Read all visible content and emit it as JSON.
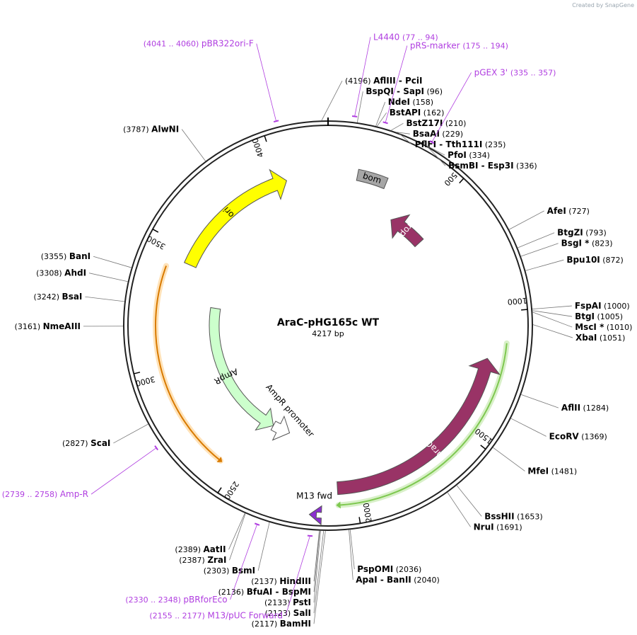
{
  "credit": "Created by SnapGene",
  "plasmid": {
    "name": "AraC-pHG165c WT",
    "size_label": "4217 bp",
    "total_bp": 4217
  },
  "ticks": [
    {
      "label": "500",
      "bp": 500
    },
    {
      "label": "1000",
      "bp": 1000
    },
    {
      "label": "1500",
      "bp": 1500
    },
    {
      "label": "2000",
      "bp": 2000
    },
    {
      "label": "2500",
      "bp": 2500
    },
    {
      "label": "3000",
      "bp": 3000
    },
    {
      "label": "3500",
      "bp": 3500
    },
    {
      "label": "4000",
      "bp": 4000
    }
  ],
  "features": [
    {
      "label": "ori",
      "start": 3440,
      "end": 4030,
      "direction": "fwd",
      "color": "#ffff00",
      "lane": "mid"
    },
    {
      "label": "AmpR",
      "start": 2445,
      "end": 3265,
      "direction": "rev",
      "color": "#ccffcc",
      "lane": "inner"
    },
    {
      "label": "AmpR promoter",
      "start": 2340,
      "end": 2445,
      "direction": "rev",
      "color": "#ffffff",
      "lane": "inner"
    },
    {
      "label": "araC",
      "start": 1190,
      "end": 2070,
      "direction": "rev_to_cw",
      "color": "#993366",
      "lane": "mid"
    },
    {
      "label": "rop",
      "start": 360,
      "end": 560,
      "direction": "rev",
      "color": "#993366",
      "lane": "mid"
    },
    {
      "label": "bom",
      "start": 130,
      "end": 260,
      "direction": "none",
      "color": "#a6a6a6",
      "lane": "mid"
    },
    {
      "label": "M13 fwd",
      "start": 2150,
      "end": 2175,
      "direction": "fwd",
      "color": "#8b2fd0",
      "lane": "inner"
    }
  ],
  "orfs": [
    {
      "start": 1120,
      "end": 2070,
      "color": "#7ec850",
      "glow": "#d8f0c8"
    },
    {
      "start": 2560,
      "end": 3400,
      "color": "#d87a00",
      "glow": "#ffe2b8"
    }
  ],
  "sites": [
    {
      "pre": "(4196)",
      "name": "AflIII",
      "post": "- PciI",
      "bp": 4196
    },
    {
      "name": "BspQI",
      "post": "- SapI",
      "num": "(96)",
      "bp": 96
    },
    {
      "name": "NdeI",
      "num": "(158)",
      "bp": 158
    },
    {
      "name": "BstAPI",
      "num": "(162)",
      "bp": 162
    },
    {
      "name": "BstZ17I",
      "num": "(210)",
      "bp": 210
    },
    {
      "name": "BsaAI",
      "num": "(229)",
      "bp": 229
    },
    {
      "name": "PflFI",
      "post": "- Tth111I",
      "num": "(235)",
      "bp": 235
    },
    {
      "name": "PfoI",
      "num": "(334)",
      "bp": 334
    },
    {
      "name": "BsmBI",
      "post": "- Esp3I",
      "num": "(336)",
      "bp": 336
    },
    {
      "name": "AfeI",
      "num": "(727)",
      "bp": 727
    },
    {
      "name": "BtgZI",
      "num": "(793)",
      "bp": 793
    },
    {
      "name": "BsgI *",
      "num": "(823)",
      "bp": 823
    },
    {
      "name": "Bpu10I",
      "num": "(872)",
      "bp": 872
    },
    {
      "name": "FspAI",
      "num": "(1000)",
      "bp": 1000
    },
    {
      "name": "BtgI",
      "num": "(1005)",
      "bp": 1005
    },
    {
      "name": "MscI *",
      "num": "(1010)",
      "bp": 1010
    },
    {
      "name": "XbaI",
      "num": "(1051)",
      "bp": 1051
    },
    {
      "name": "AflII",
      "num": "(1284)",
      "bp": 1284
    },
    {
      "name": "EcoRV",
      "num": "(1369)",
      "bp": 1369
    },
    {
      "name": "MfeI",
      "num": "(1481)",
      "bp": 1481
    },
    {
      "name": "BssHII",
      "num": "(1653)",
      "bp": 1653
    },
    {
      "name": "NruI",
      "num": "(1691)",
      "bp": 1691
    },
    {
      "name": "PspOMI",
      "num": "(2036)",
      "bp": 2036
    },
    {
      "name": "ApaI",
      "post": "- BanII",
      "num": "(2040)",
      "bp": 2040
    },
    {
      "pre": "(2117)",
      "name": "BamHI",
      "bp": 2117
    },
    {
      "pre": "(2123)",
      "name": "SalI",
      "bp": 2123
    },
    {
      "pre": "(2133)",
      "name": "PstI",
      "bp": 2133
    },
    {
      "pre": "(2136)",
      "name": "BfuAI",
      "post": "- BspMI",
      "bp": 2136
    },
    {
      "pre": "(2137)",
      "name": "HindIII",
      "bp": 2137
    },
    {
      "pre": "(2303)",
      "name": "BsmI",
      "bp": 2303
    },
    {
      "pre": "(2387)",
      "name": "ZraI",
      "bp": 2387
    },
    {
      "pre": "(2389)",
      "name": "AatII",
      "bp": 2389
    },
    {
      "pre": "(2827)",
      "name": "ScaI",
      "bp": 2827
    },
    {
      "pre": "(3161)",
      "name": "NmeAIII",
      "bp": 3161
    },
    {
      "pre": "(3242)",
      "name": "BsaI",
      "bp": 3242
    },
    {
      "pre": "(3308)",
      "name": "AhdI",
      "bp": 3308
    },
    {
      "pre": "(3355)",
      "name": "BanI",
      "bp": 3355
    },
    {
      "pre": "(3787)",
      "name": "AlwNI",
      "bp": 3787
    }
  ],
  "primers": [
    {
      "name": "L4440",
      "range": "(77 .. 94)",
      "bp": 85
    },
    {
      "name": "pRS-marker",
      "range": "(175 .. 194)",
      "bp": 185
    },
    {
      "name": "pGEX 3'",
      "range": "(335 .. 357)",
      "bp": 346
    },
    {
      "name": "pBR322ori-F",
      "range": "(4041 .. 4060)",
      "bp": 4050
    },
    {
      "name": "Amp-R",
      "range": "(2739 .. 2758)",
      "bp": 2748
    },
    {
      "name": "pBRforEco",
      "range": "(2330 .. 2348)",
      "bp": 2339
    },
    {
      "name": "M13/pUC Forward",
      "range": "(2155 .. 2177)",
      "bp": 2166
    }
  ]
}
